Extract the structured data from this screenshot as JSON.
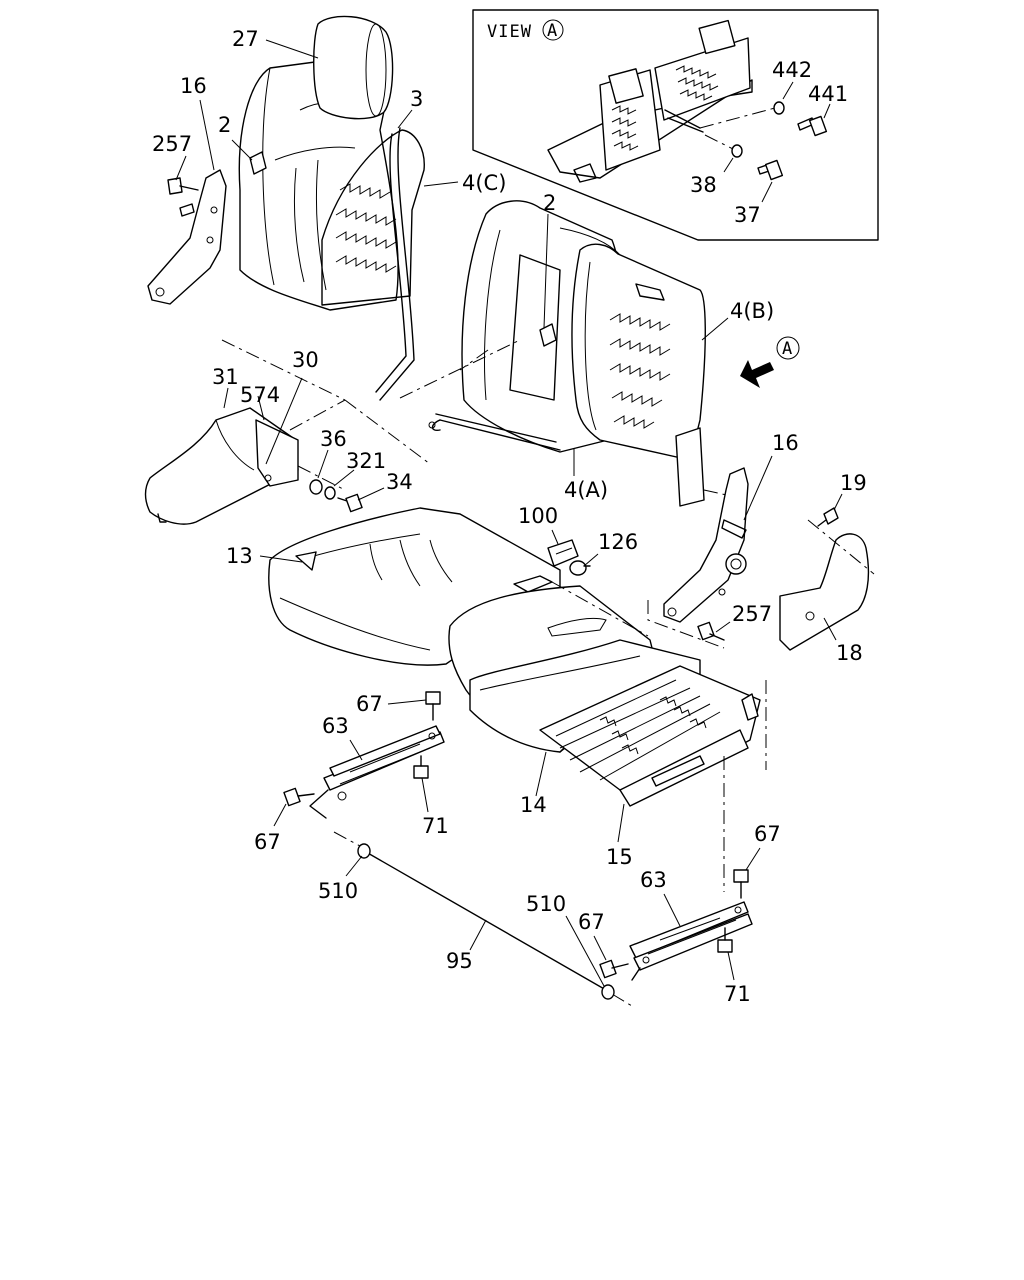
{
  "view_box": {
    "title": "VIEW",
    "marker": "A",
    "labels": {
      "p442": "442",
      "p441": "441",
      "p38": "38",
      "p37": "37"
    }
  },
  "direction_marker": "A",
  "labels": {
    "p27": "27",
    "p16_left": "16",
    "p2_left": "2",
    "p3": "3",
    "p257_left": "257",
    "p4c": "4(C)",
    "p2_right": "2",
    "p4b": "4(B)",
    "p30": "30",
    "p31": "31",
    "p574": "574",
    "p36": "36",
    "p321": "321",
    "p34": "34",
    "p4a": "4(A)",
    "p16_right": "16",
    "p19": "19",
    "p100": "100",
    "p126": "126",
    "p13": "13",
    "p257_right": "257",
    "p18": "18",
    "p67_a": "67",
    "p63_left": "63",
    "p67_b": "67",
    "p71_left": "71",
    "p14": "14",
    "p15": "15",
    "p510_left": "510",
    "p95": "95",
    "p67_c": "67",
    "p63_right": "63",
    "p510_right": "510",
    "p67_d": "67",
    "p71_right": "71"
  }
}
